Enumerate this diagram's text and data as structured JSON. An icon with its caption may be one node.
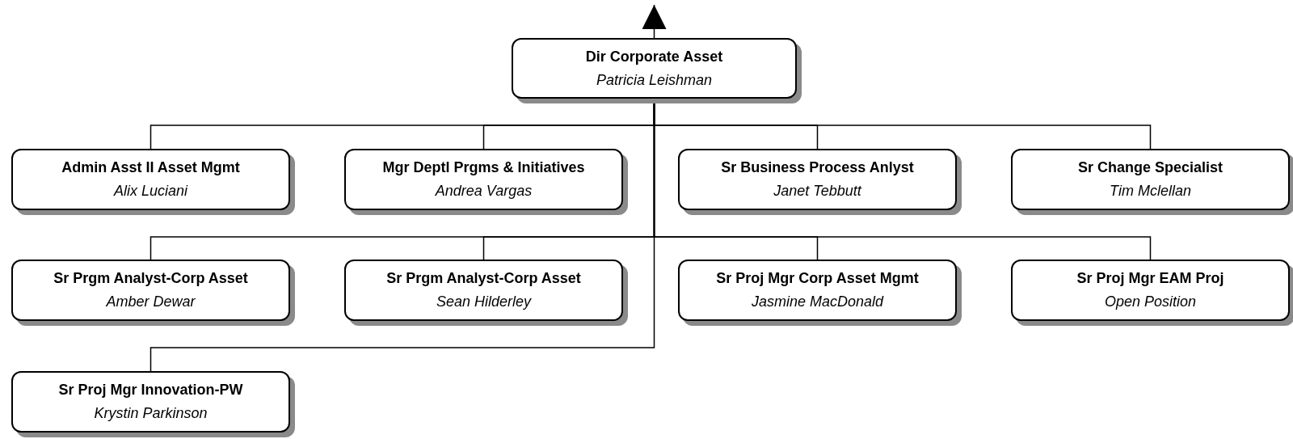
{
  "diagram": {
    "nodes": [
      {
        "text": [
          "Dir Corporate Asset",
          "Patricia Leishman"
        ]
      },
      {
        "text": [
          "Admin  Asst II Asset Mgmt",
          "Alix Luciani"
        ]
      },
      {
        "text": [
          "Mgr Deptl Prgms & Initiatives",
          "Andrea Vargas"
        ]
      },
      {
        "text": [
          "Sr Business Process Anlyst",
          "Janet Tebbutt"
        ]
      },
      {
        "text": [
          "Sr Change Specialist",
          "Tim Mclellan"
        ]
      },
      {
        "text": [
          "Sr Prgm Analyst-Corp Asset",
          "Amber Dewar"
        ]
      },
      {
        "text": [
          "Sr Prgm Analyst-Corp Asset",
          "Sean Hilderley"
        ]
      },
      {
        "text": [
          "Sr Proj Mgr Corp Asset Mgmt",
          "Jasmine MacDonald"
        ]
      },
      {
        "text": [
          "Sr Proj Mgr EAM Proj",
          "Open Position"
        ]
      },
      {
        "text": [
          "Sr Proj Mgr Innovation-PW",
          "Krystin Parkinson"
        ]
      }
    ],
    "edges": [
      {
        "from": 0,
        "to": null,
        "arrow": "to"
      },
      {
        "from": 0,
        "to": 1,
        "arrow": "none"
      },
      {
        "from": 0,
        "to": 2,
        "arrow": "none"
      },
      {
        "from": 0,
        "to": 3,
        "arrow": "none"
      },
      {
        "from": 0,
        "to": 4,
        "arrow": "none"
      },
      {
        "from": 0,
        "to": 5,
        "arrow": "none"
      },
      {
        "from": 0,
        "to": 6,
        "arrow": "none"
      },
      {
        "from": 0,
        "to": 7,
        "arrow": "none"
      },
      {
        "from": 0,
        "to": 8,
        "arrow": "none"
      },
      {
        "from": 0,
        "to": 9,
        "arrow": "none"
      }
    ]
  }
}
